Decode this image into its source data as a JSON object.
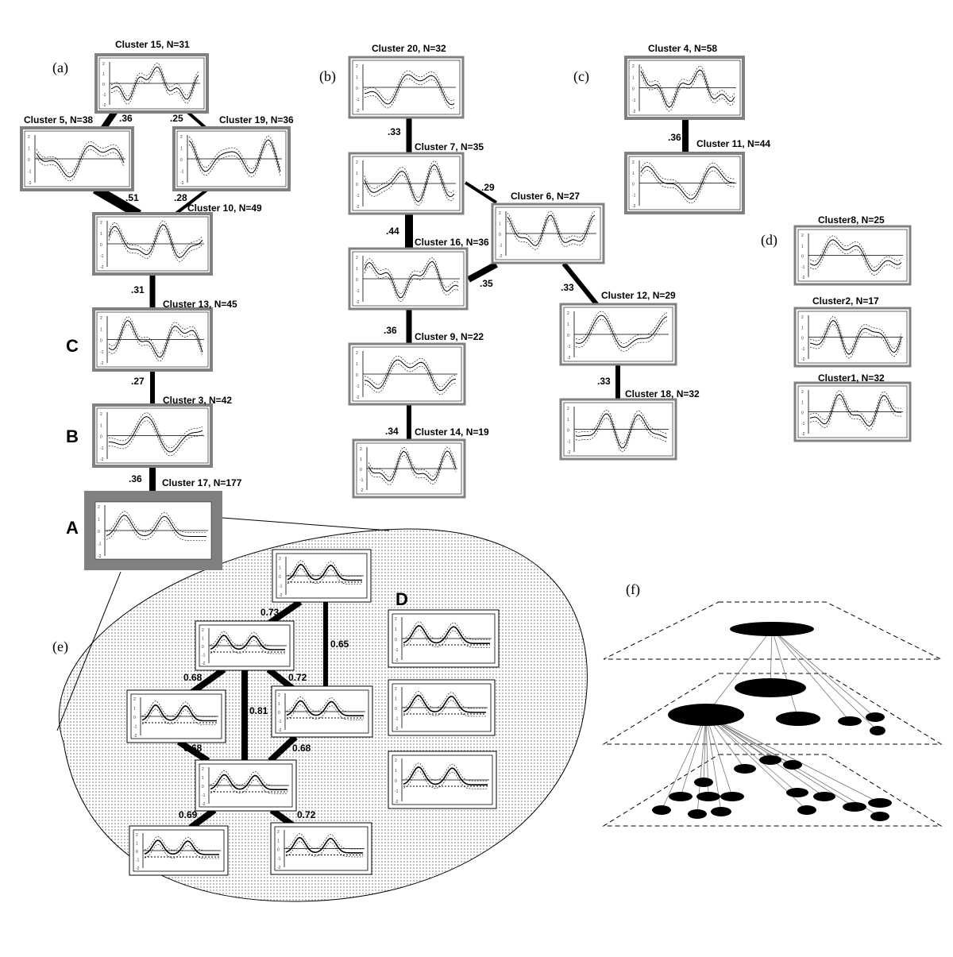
{
  "panel_labels": {
    "a": "(a)",
    "b": "(b)",
    "c": "(c)",
    "d": "(d)",
    "e": "(e)",
    "f": "(f)"
  },
  "level_labels": {
    "A": "A",
    "B": "B",
    "C": "C",
    "D": "D"
  },
  "clusters": {
    "c15": "Cluster 15, N=31",
    "c5": "Cluster 5, N=38",
    "c19": "Cluster 19, N=36",
    "c10": "Cluster 10, N=49",
    "c13": "Cluster 13, N=45",
    "c3": "Cluster 3, N=42",
    "c17": "Cluster 17, N=177",
    "c20": "Cluster 20, N=32",
    "c7": "Cluster 7, N=35",
    "c6": "Cluster 6, N=27",
    "c16": "Cluster 16, N=36",
    "c12": "Cluster 12, N=29",
    "c9": "Cluster 9, N=22",
    "c18": "Cluster 18, N=32",
    "c14": "Cluster 14, N=19",
    "c4": "Cluster 4, N=58",
    "c11": "Cluster 11, N=44",
    "c8": "Cluster8, N=25",
    "c2": "Cluster2, N=17",
    "c1": "Cluster1, N=32"
  },
  "edges": {
    "e15_5": ".36",
    "e15_19": ".25",
    "e5_10": ".51",
    "e19_10": ".28",
    "e10_13": ".31",
    "e13_3": ".27",
    "e3_17": ".36",
    "e20_7": ".33",
    "e7_6": ".29",
    "e7_16": ".44",
    "e16_6": ".35",
    "e6_12": ".33",
    "e16_9": ".36",
    "e9_14": ".34",
    "e12_18": ".33",
    "e4_11": ".36"
  },
  "zoom_edges": {
    "z1": "0.73",
    "z2": "0.65",
    "z3": "0.68",
    "z4": "0.72",
    "z5": "0.81",
    "z6": "0.68",
    "z7": "0.68",
    "z8": "0.69",
    "z9": "0.72"
  },
  "axis_ticks": [
    "2",
    "1",
    "0",
    "-1",
    "-2"
  ],
  "colors": {
    "frame_gray": "#808080",
    "dark": "#000000",
    "dot_fill": "#e6e6e6"
  }
}
